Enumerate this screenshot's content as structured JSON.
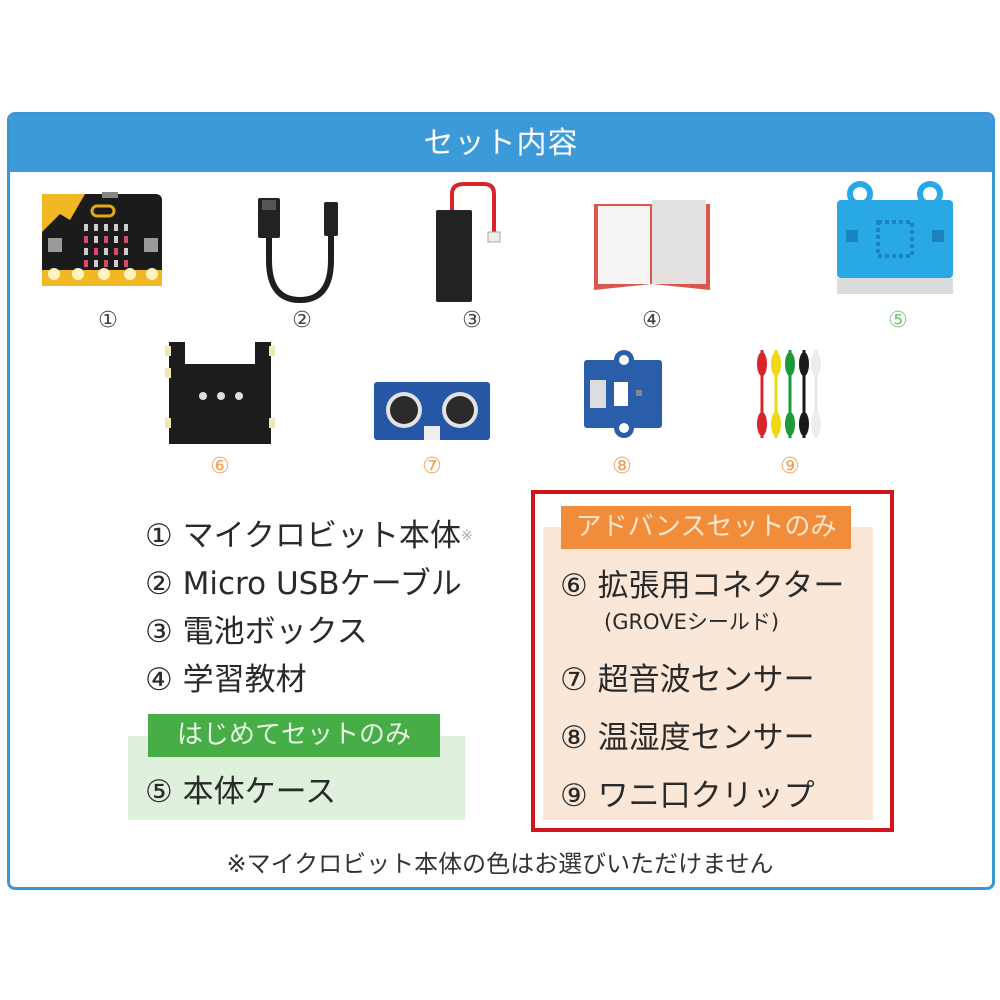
{
  "header": {
    "title": "セット内容"
  },
  "products": [
    {
      "num": "①",
      "name": "micro:bit board",
      "num_color": "#444444"
    },
    {
      "num": "②",
      "name": "Micro USB cable",
      "num_color": "#444444"
    },
    {
      "num": "③",
      "name": "battery box",
      "num_color": "#444444"
    },
    {
      "num": "④",
      "name": "learning book",
      "num_color": "#444444"
    },
    {
      "num": "⑤",
      "name": "case",
      "num_color": "#7cc57a"
    },
    {
      "num": "⑥",
      "name": "GROVE shield",
      "num_color": "#f0a25a"
    },
    {
      "num": "⑦",
      "name": "ultrasonic sensor",
      "num_color": "#f0a25a"
    },
    {
      "num": "⑧",
      "name": "temp/humidity sensor",
      "num_color": "#f0a25a"
    },
    {
      "num": "⑨",
      "name": "alligator clips",
      "num_color": "#f0a25a"
    }
  ],
  "basic_list": [
    {
      "num": "①",
      "label": "マイクロビット本体",
      "mark": "※"
    },
    {
      "num": "②",
      "label": "Micro USBケーブル"
    },
    {
      "num": "③",
      "label": "電池ボックス"
    },
    {
      "num": "④",
      "label": "学習教材"
    }
  ],
  "starter": {
    "label": "はじめてセットのみ",
    "items": [
      {
        "num": "⑤",
        "label": "本体ケース"
      }
    ],
    "color": "#46ad47"
  },
  "advanced": {
    "label": "アドバンスセットのみ",
    "color": "#f08c3a",
    "border_color": "#d0151c",
    "items": [
      {
        "num": "⑥",
        "label": "拡張用コネクター",
        "sub": "(GROVEシールド)"
      },
      {
        "num": "⑦",
        "label": "超音波センサー"
      },
      {
        "num": "⑧",
        "label": "温湿度センサー"
      },
      {
        "num": "⑨",
        "label": "ワニ口クリップ"
      }
    ]
  },
  "footnote": "※マイクロビット本体の色はお選びいただけません",
  "colors": {
    "header_blue": "#3c9ad8",
    "panel_border": "#3a97d6"
  }
}
